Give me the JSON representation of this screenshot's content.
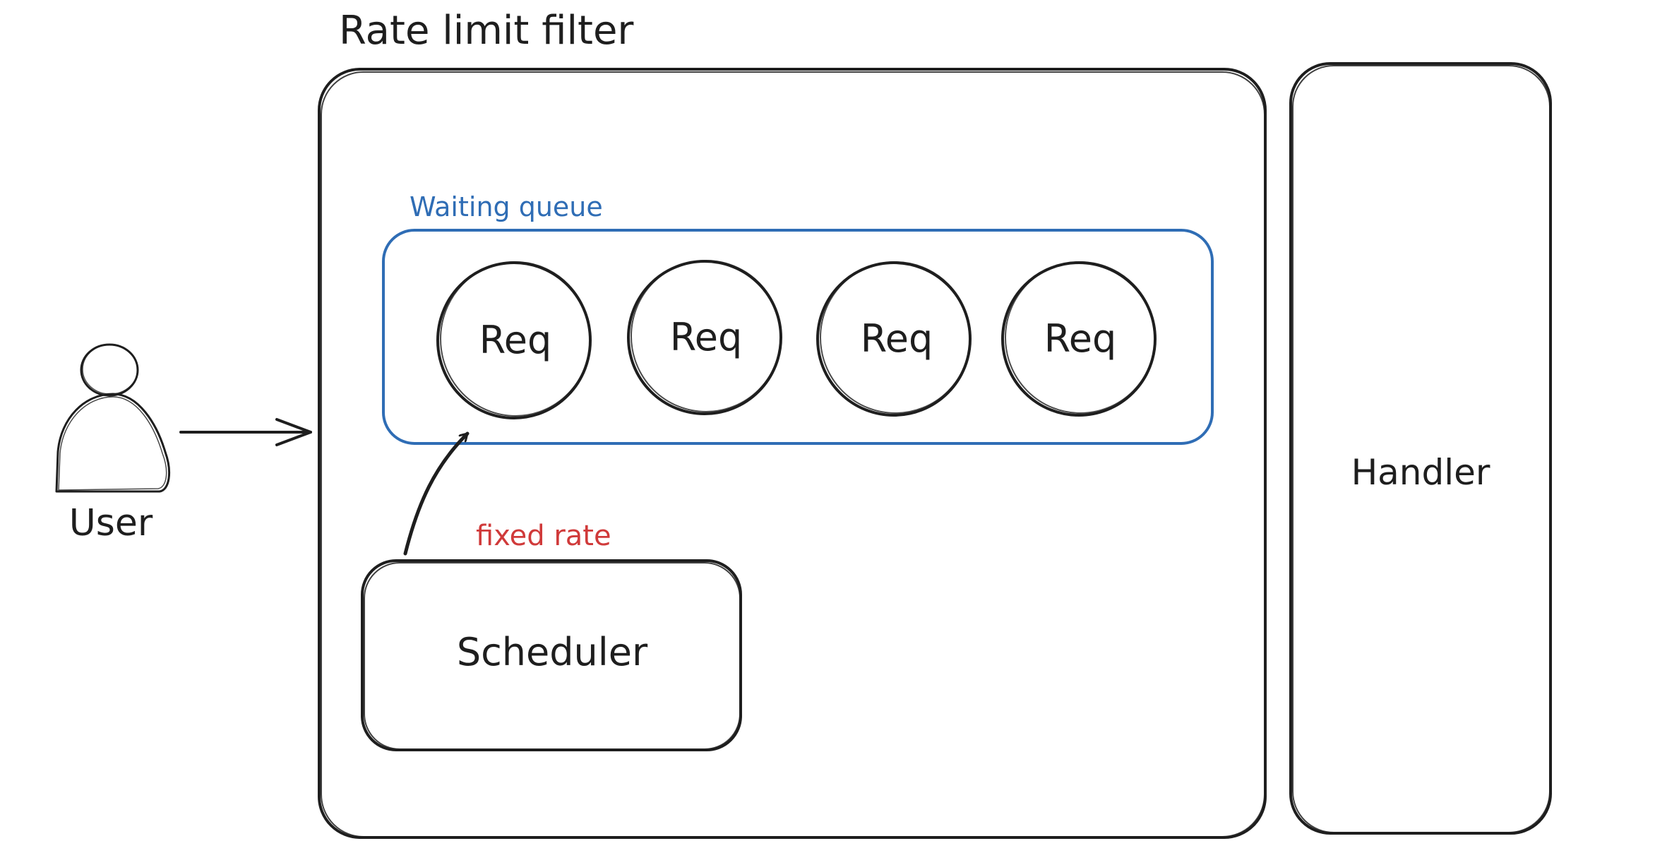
{
  "diagram": {
    "title": "Rate limit filter",
    "actor": {
      "label": "User",
      "icon": "user-icon"
    },
    "queue": {
      "label": "Waiting queue",
      "items": [
        {
          "label": "Req"
        },
        {
          "label": "Req"
        },
        {
          "label": "Req"
        },
        {
          "label": "Req"
        }
      ]
    },
    "scheduler": {
      "label": "Scheduler",
      "rate_label": "fixed rate"
    },
    "handler": {
      "label": "Handler"
    }
  },
  "colors": {
    "stroke": "#1e1e1e",
    "queue": "#2f6db5",
    "rate": "#d03a3a",
    "background": "#ffffff"
  }
}
